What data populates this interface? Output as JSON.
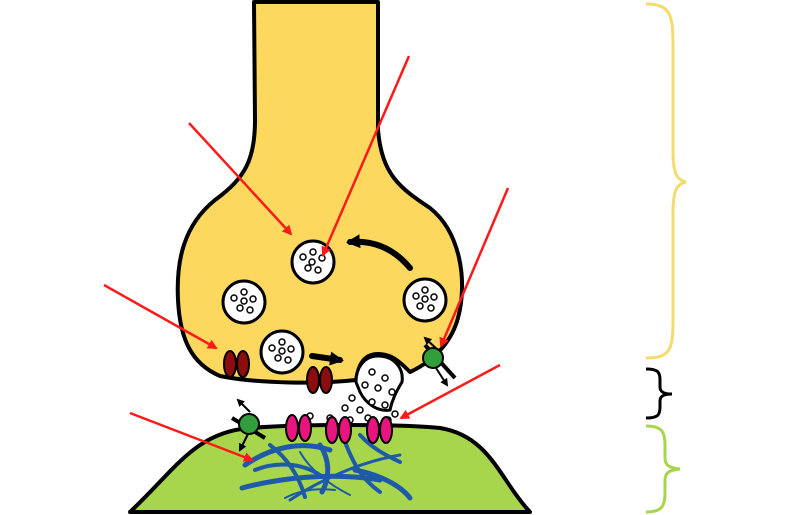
{
  "diagram": {
    "colors": {
      "presynaptic_fill": "#FCD85F",
      "postsynaptic_fill": "#A7D64D",
      "outline": "#000000",
      "vesicle_fill": "#FFFFFF",
      "calcium_channel": "#8B0D0D",
      "receptor": "#E8157E",
      "reuptake_pump": "#2F9E3B",
      "cytoskeleton": "#1F5AA8",
      "pointer_arrow": "#FF1A1A",
      "brace_presynaptic": "#F2DC6E",
      "brace_cleft": "#000000",
      "brace_postsynaptic": "#A7D64D"
    },
    "counts": {
      "vesicles": 5,
      "calcium_channels": 2,
      "receptors": 3,
      "reuptake_pumps": 2,
      "pointer_arrows": 6
    }
  }
}
